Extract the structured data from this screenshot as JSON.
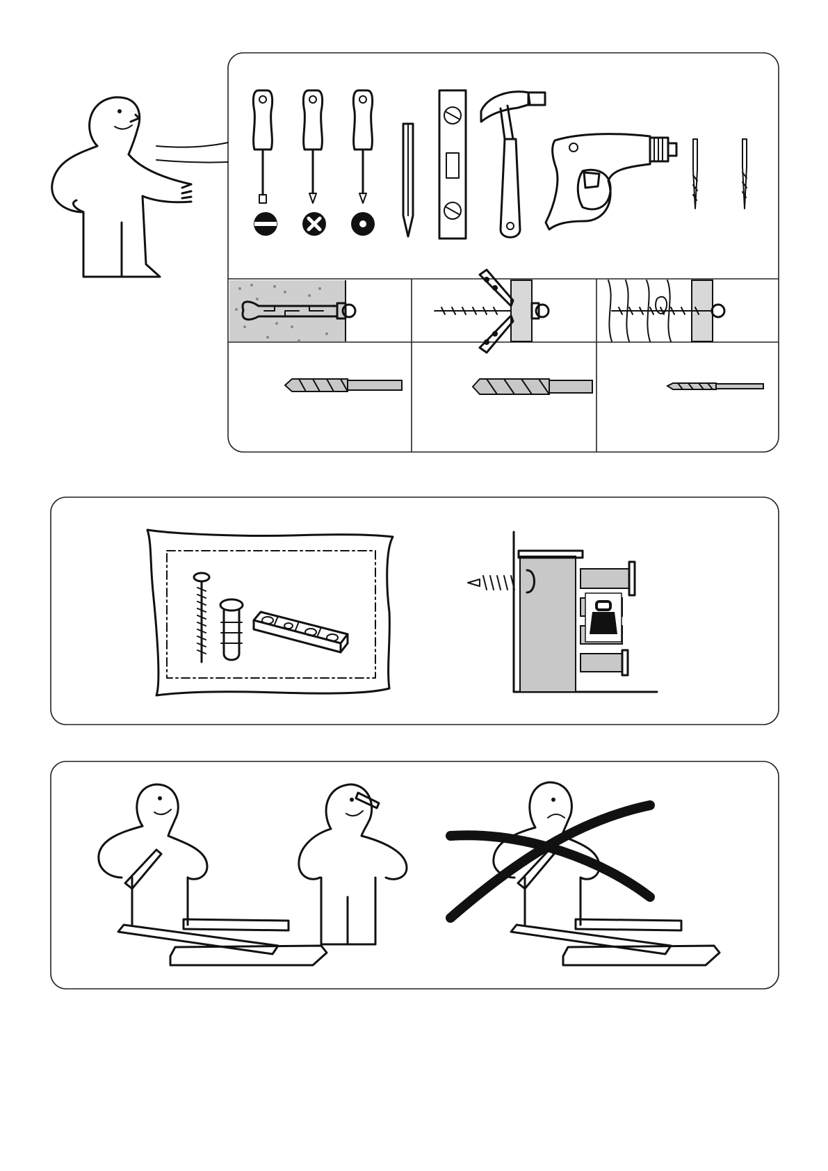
{
  "page": {
    "kind": "wordless assembly instruction sheet",
    "text": []
  },
  "panels": [
    {
      "id": "tools",
      "label": "tools-panel"
    },
    {
      "id": "fixings",
      "label": "fixings-panel"
    },
    {
      "id": "two-people",
      "label": "two-people-panel"
    }
  ],
  "icons": {
    "screwdriver_tips": [
      "slot-icon",
      "phillips-icon",
      "pozidriv-icon"
    ],
    "tools": [
      "flat-screwdriver-icon",
      "phillips-screwdriver-icon",
      "pozi-screwdriver-icon",
      "pencil-icon",
      "spirit-level-icon",
      "hammer-icon",
      "power-drill-icon",
      "drill-bit-icon",
      "drill-bit-icon"
    ],
    "walls": [
      "concrete-wall-icon",
      "hollow-wall-icon",
      "wood-wall-icon"
    ],
    "bits": [
      "masonry-bit-icon",
      "twist-bit-icon",
      "wood-bit-icon"
    ]
  },
  "colors": {
    "line": "#111111",
    "fill_grey": "#c8c8c8",
    "panel_border": "#222222"
  }
}
